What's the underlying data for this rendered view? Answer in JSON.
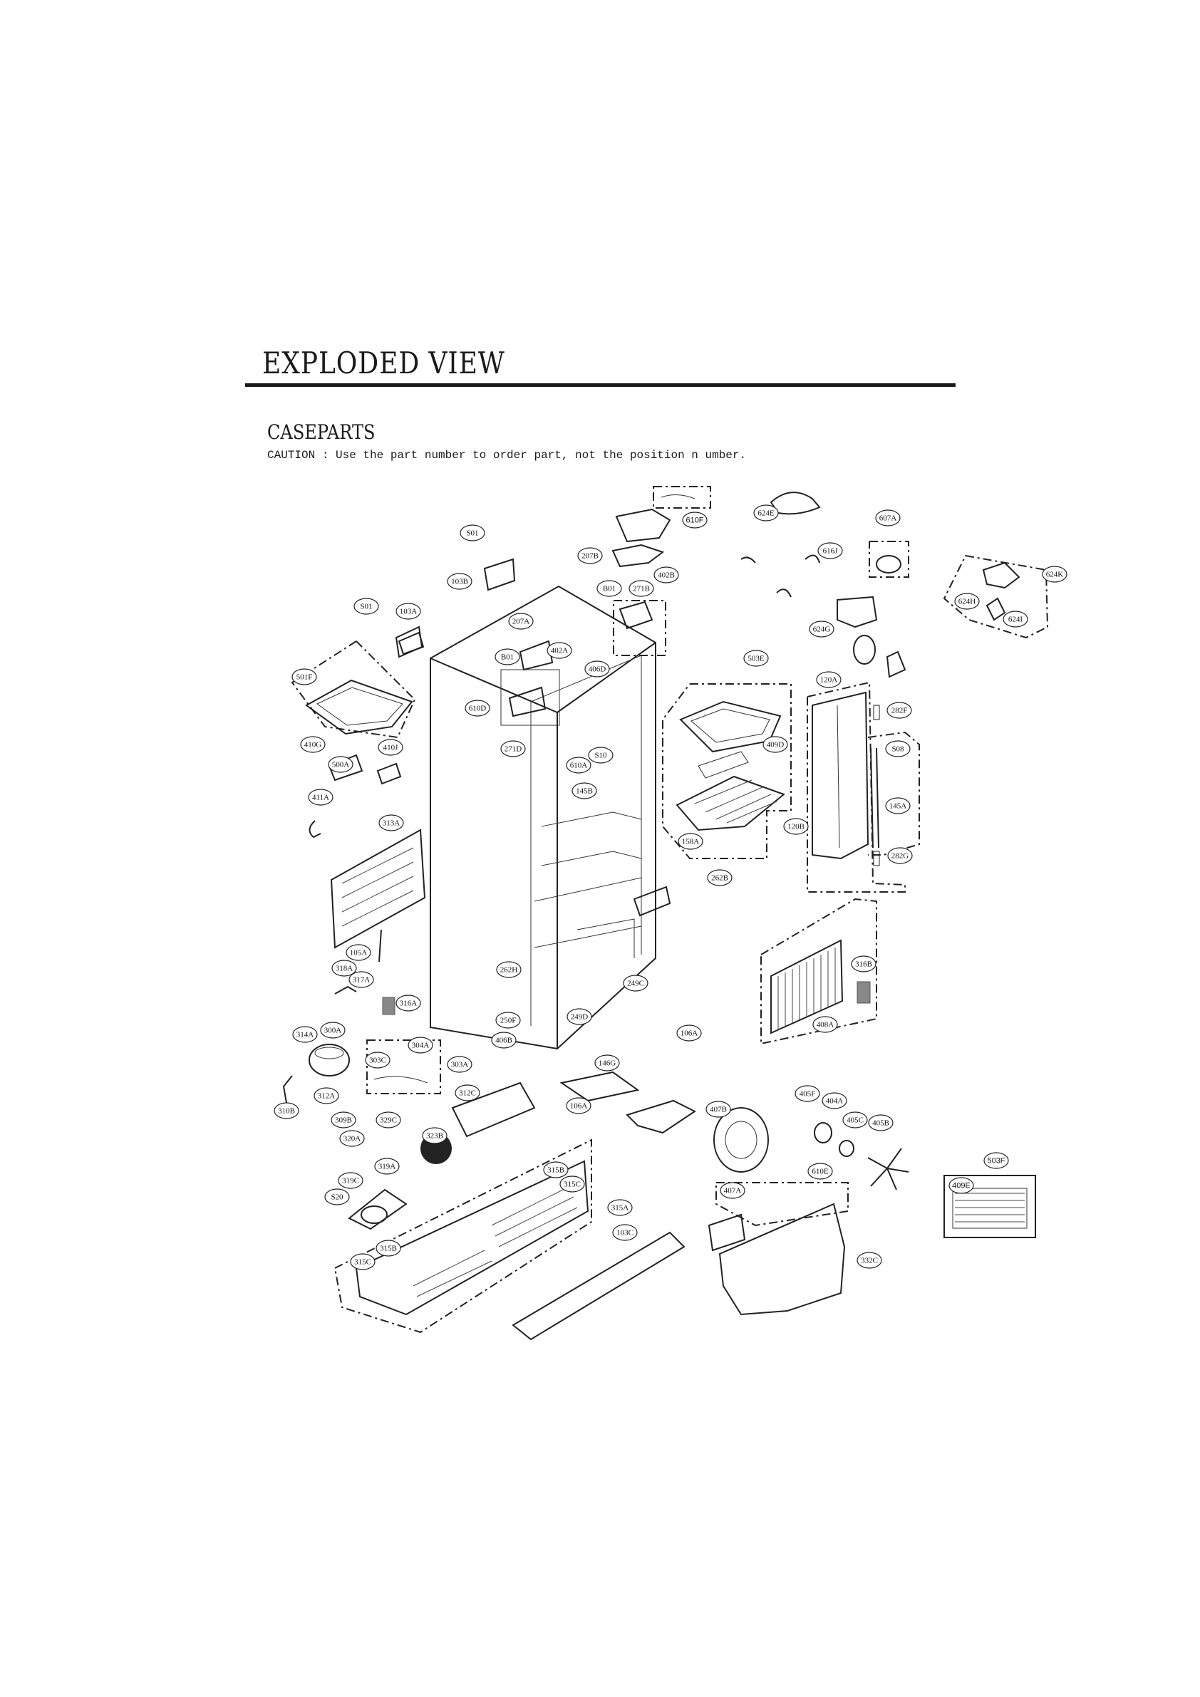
{
  "page": {
    "heading": "EXPLODED VIEW",
    "section_title": "CASEPARTS",
    "caution": "CAUTION : Use the part number to order part, not the position n umber."
  },
  "callouts": [
    {
      "id": "610F",
      "style": "sans"
    },
    {
      "id": "624E"
    },
    {
      "id": "607A"
    },
    {
      "id": "S01"
    },
    {
      "id": "207B"
    },
    {
      "id": "402B"
    },
    {
      "id": "616J"
    },
    {
      "id": "624K"
    },
    {
      "id": "103B"
    },
    {
      "id": "B01"
    },
    {
      "id": "271B"
    },
    {
      "id": "624H"
    },
    {
      "id": "624I"
    },
    {
      "id": "624G"
    },
    {
      "id": "S01"
    },
    {
      "id": "103A"
    },
    {
      "id": "207A"
    },
    {
      "id": "402A"
    },
    {
      "id": "B01"
    },
    {
      "id": "503E"
    },
    {
      "id": "406D"
    },
    {
      "id": "501F"
    },
    {
      "id": "610D"
    },
    {
      "id": "120A"
    },
    {
      "id": "282F"
    },
    {
      "id": "409D"
    },
    {
      "id": "410G"
    },
    {
      "id": "410J"
    },
    {
      "id": "271D"
    },
    {
      "id": "S10"
    },
    {
      "id": "S08"
    },
    {
      "id": "500A"
    },
    {
      "id": "610A"
    },
    {
      "id": "145B"
    },
    {
      "id": "411A"
    },
    {
      "id": "145A"
    },
    {
      "id": "120B"
    },
    {
      "id": "313A"
    },
    {
      "id": "158A"
    },
    {
      "id": "282G"
    },
    {
      "id": "262B"
    },
    {
      "id": "105A"
    },
    {
      "id": "318A"
    },
    {
      "id": "316B"
    },
    {
      "id": "262H"
    },
    {
      "id": "317A"
    },
    {
      "id": "249C"
    },
    {
      "id": "316A"
    },
    {
      "id": "408A"
    },
    {
      "id": "250F"
    },
    {
      "id": "249D"
    },
    {
      "id": "314A"
    },
    {
      "id": "300A"
    },
    {
      "id": "106A"
    },
    {
      "id": "406B"
    },
    {
      "id": "304A"
    },
    {
      "id": "303C"
    },
    {
      "id": "303A"
    },
    {
      "id": "146G"
    },
    {
      "id": "312A"
    },
    {
      "id": "312C"
    },
    {
      "id": "405F"
    },
    {
      "id": "310B"
    },
    {
      "id": "404A"
    },
    {
      "id": "106A"
    },
    {
      "id": "407B"
    },
    {
      "id": "309B"
    },
    {
      "id": "329C"
    },
    {
      "id": "405C"
    },
    {
      "id": "405B"
    },
    {
      "id": "323B"
    },
    {
      "id": "320A"
    },
    {
      "id": "503F",
      "style": "sans"
    },
    {
      "id": "319A"
    },
    {
      "id": "315B"
    },
    {
      "id": "610E"
    },
    {
      "id": "319C"
    },
    {
      "id": "315C"
    },
    {
      "id": "409E",
      "style": "sans"
    },
    {
      "id": "407A"
    },
    {
      "id": "S20"
    },
    {
      "id": "315A"
    },
    {
      "id": "103C"
    },
    {
      "id": "315B"
    },
    {
      "id": "332C"
    },
    {
      "id": "315C"
    }
  ]
}
